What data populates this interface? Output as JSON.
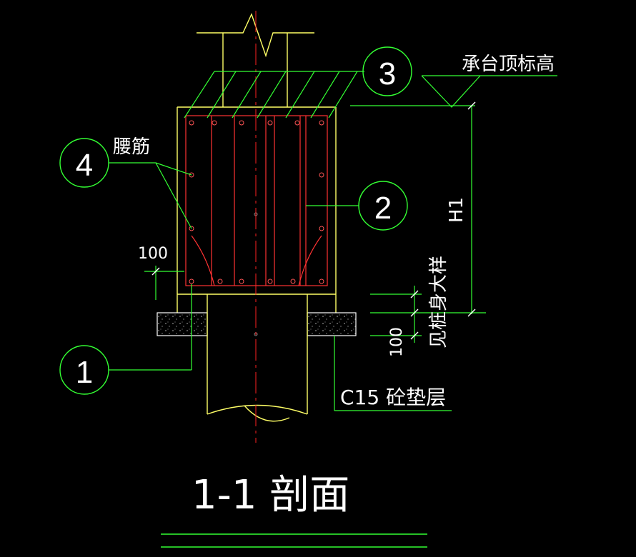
{
  "drawing": {
    "title": "1-1 剖面",
    "colors": {
      "background": "#000000",
      "outline": "#ffff66",
      "rebar": "#ff3333",
      "leader": "#33ff33",
      "text": "#ffffff",
      "centerline": "#ff2222"
    },
    "callouts": [
      {
        "num": "1"
      },
      {
        "num": "2"
      },
      {
        "num": "3"
      },
      {
        "num": "4"
      }
    ],
    "labels": {
      "waist_bar": "腰筋",
      "cap_top": "承台顶标高",
      "height": "H1",
      "pile_embed": "见桩身大样",
      "dim_left": "100",
      "dim_right": "100",
      "cushion": "C15 砼垫层"
    }
  }
}
